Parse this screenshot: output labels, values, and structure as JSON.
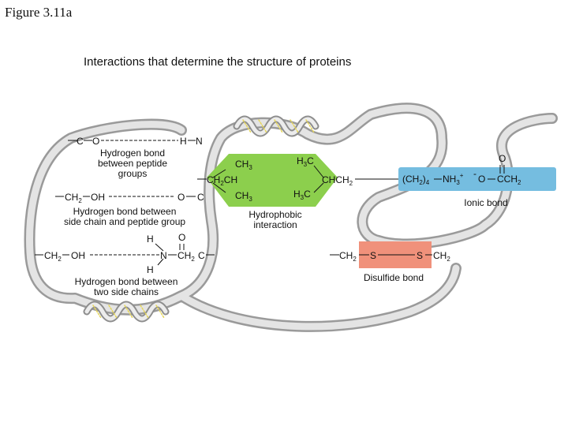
{
  "figure_label": "Figure 3.11a",
  "title": "Interactions that determine the structure of proteins",
  "hbond_peptide": {
    "left_atom": "C",
    "o_atom": "O",
    "h_atom": "H",
    "n_atom": "N",
    "label_line1": "Hydrogen bond",
    "label_line2": "between peptide",
    "label_line3": "groups"
  },
  "hbond_side_peptide": {
    "ch2": "CH",
    "ch2_sub": "2",
    "oh": "OH",
    "o_atom": "O",
    "c_atom": "C",
    "label_line1": "Hydrogen bond between",
    "label_line2": "side chain and peptide group"
  },
  "hbond_side_side": {
    "h_top": "H",
    "o_top": "O",
    "ch2": "CH",
    "ch2_sub": "2",
    "oh": "OH",
    "n_atom": "N",
    "ch2_right": "CH",
    "ch2_right_sub": "2",
    "c_atom": "C",
    "h_bottom": "H",
    "label_line1": "Hydrogen bond between",
    "label_line2": "two side chains"
  },
  "hydrophobic": {
    "ch3_top": "CH",
    "ch3_top_sub": "3",
    "h3c_top": "H",
    "h3c_top_sub": "3",
    "h3c_top_c": "C",
    "ch2ch": "CH",
    "ch2ch_sub": "2",
    "ch2ch_tail": "CH",
    "chch2": "CHCH",
    "chch2_sub": "2",
    "ch3_bottom": "CH",
    "ch3_bottom_sub": "3",
    "h3c_bottom": "H",
    "h3c_bottom_sub": "3",
    "h3c_bottom_c": "C",
    "label_line1": "Hydrophobic",
    "label_line2": "interaction",
    "color": "#8ccf4d"
  },
  "ionic": {
    "ch2_group": "(CH",
    "ch2_sub": "2",
    "ch2_close": ")",
    "ch2_count": "4",
    "nh3": "NH",
    "nh3_sub": "3",
    "nh3_charge": "+",
    "o_charge": "-",
    "o_atom": "O",
    "o_top": "O",
    "cch2": "CCH",
    "cch2_sub": "2",
    "label": "Ionic bond",
    "color": "#75bde0"
  },
  "disulfide": {
    "ch2_left": "CH",
    "ch2_left_sub": "2",
    "s_left": "S",
    "s_right": "S",
    "ch2_right": "CH",
    "ch2_right_sub": "2",
    "label": "Disulfide bond",
    "color": "#f0917b"
  },
  "ribbon_color": "#d4d4d4",
  "hbond_color": "#e6d65a"
}
